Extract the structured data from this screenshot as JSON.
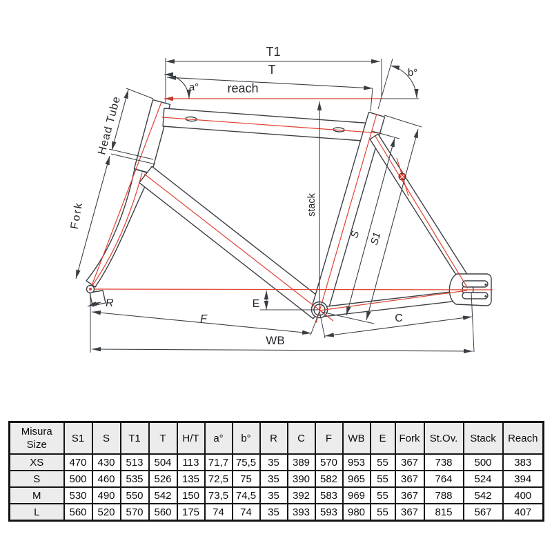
{
  "diagram": {
    "labels": {
      "t1": "T1",
      "t": "T",
      "reach": "reach",
      "angle_a": "a°",
      "angle_b": "b°",
      "head_tube": "Head Tube",
      "fork": "Fork",
      "stack": "stack",
      "s": "S",
      "s1": "S1",
      "r": "R",
      "e": "E",
      "f": "F",
      "c": "C",
      "wb": "WB"
    },
    "colors": {
      "outline": "#3a3f45",
      "centerline": "#e0402f"
    }
  },
  "table": {
    "size_header_line1": "Misura",
    "size_header_line2": "Size",
    "columns": [
      "S1",
      "S",
      "T1",
      "T",
      "H/T",
      "a°",
      "b°",
      "R",
      "C",
      "F",
      "WB",
      "E",
      "Fork",
      "St.Ov.",
      "Stack",
      "Reach"
    ],
    "rows": [
      {
        "size": "XS",
        "values": [
          "470",
          "430",
          "513",
          "504",
          "113",
          "71,7",
          "75,5",
          "35",
          "389",
          "570",
          "953",
          "55",
          "367",
          "738",
          "500",
          "383"
        ]
      },
      {
        "size": "S",
        "values": [
          "500",
          "460",
          "535",
          "526",
          "135",
          "72,5",
          "75",
          "35",
          "390",
          "582",
          "965",
          "55",
          "367",
          "764",
          "524",
          "394"
        ]
      },
      {
        "size": "M",
        "values": [
          "530",
          "490",
          "550",
          "542",
          "150",
          "73,5",
          "74,5",
          "35",
          "392",
          "583",
          "969",
          "55",
          "367",
          "788",
          "542",
          "400"
        ]
      },
      {
        "size": "L",
        "values": [
          "560",
          "520",
          "570",
          "560",
          "175",
          "74",
          "74",
          "35",
          "393",
          "593",
          "980",
          "55",
          "367",
          "815",
          "567",
          "407"
        ]
      }
    ]
  }
}
